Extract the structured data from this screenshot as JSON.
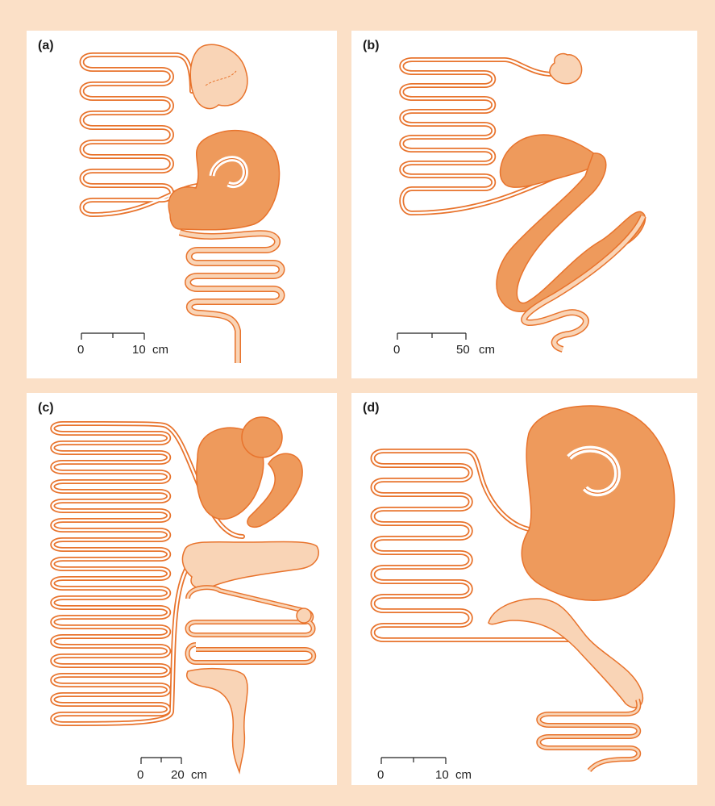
{
  "panels": {
    "a": {
      "label": "(a)",
      "scale": {
        "zero": "0",
        "end": "10",
        "unit": "cm"
      }
    },
    "b": {
      "label": "(b)",
      "scale": {
        "zero": "0",
        "end": "50",
        "unit": "cm"
      }
    },
    "c": {
      "label": "(c)",
      "scale": {
        "zero": "0",
        "end": "20",
        "unit": "cm"
      }
    },
    "d": {
      "label": "(d)",
      "scale": {
        "zero": "0",
        "end": "10",
        "unit": "cm"
      }
    }
  },
  "colors": {
    "background": "#fbe0c7",
    "outline": "#e8732c",
    "dark_fill": "#ee9a5c",
    "light_fill": "#f9d4b6",
    "tube_fill": "#ffffff"
  }
}
